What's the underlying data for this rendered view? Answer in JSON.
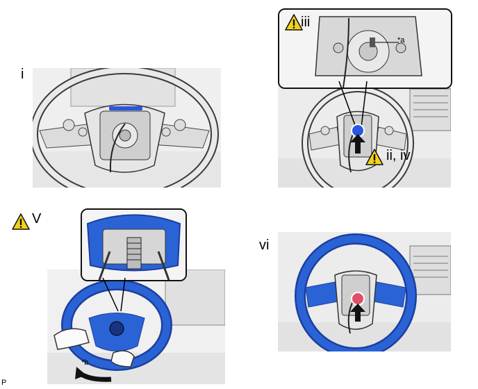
{
  "steps": {
    "i": "i",
    "iii": "iii",
    "ii_iv": "ii, iv",
    "v": "V",
    "vi": "vi"
  },
  "callouts": {
    "a": "*a",
    "b": "*b"
  },
  "corner_code": "P",
  "colors": {
    "wheel_blue": "#2a63d6",
    "highlight_blue": "#2a56e0",
    "highlight_red": "#e0506a",
    "warning_yellow": "#f2d21b",
    "arrow_black": "#111111"
  }
}
